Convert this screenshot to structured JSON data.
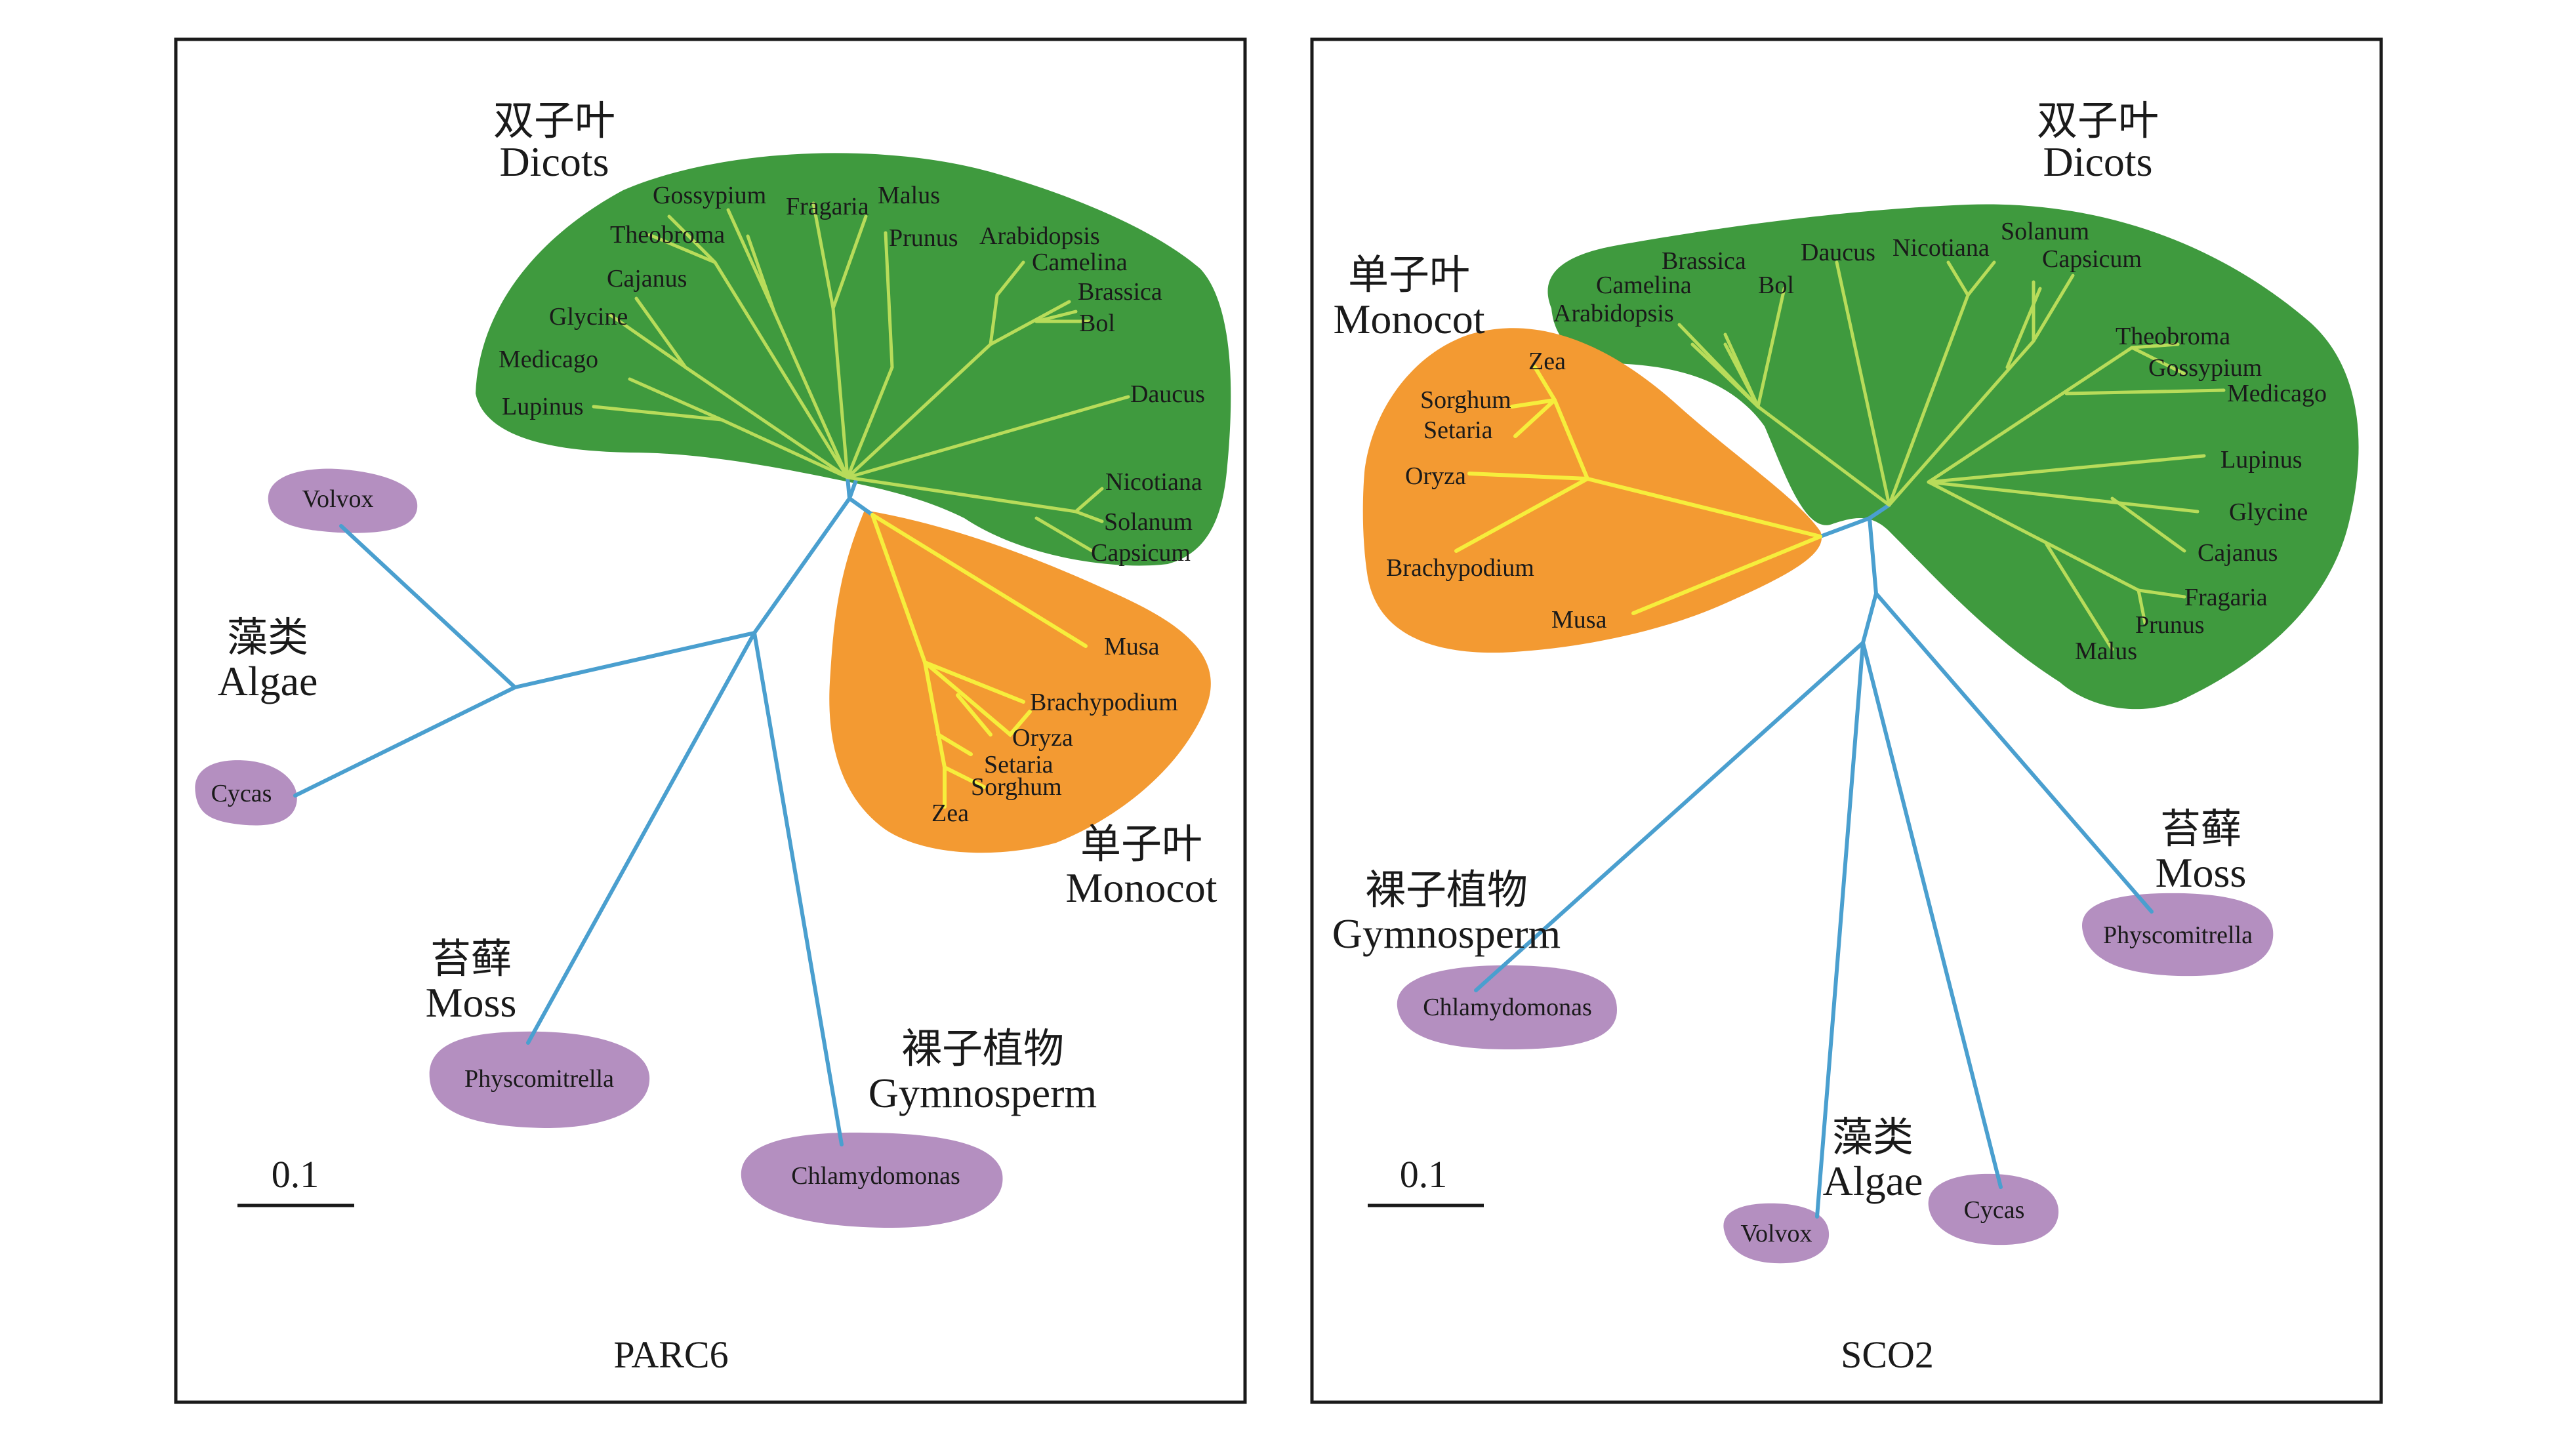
{
  "panels": [
    {
      "title": "PARC6",
      "scale_bar": "0.1",
      "groups": {
        "dicots_zh": "双子叶",
        "dicots_en": "Dicots",
        "monocot_zh": "单子叶",
        "monocot_en": "Monocot",
        "algae_zh": "藻类",
        "algae_en": "Algae",
        "moss_zh": "苔藓",
        "moss_en": "Moss",
        "gymno_zh": "裸子植物",
        "gymno_en": "Gymnosperm"
      },
      "dicots": [
        "Gossypium",
        "Fragaria",
        "Malus",
        "Theobroma",
        "Prunus",
        "Arabidopsis",
        "Camelina",
        "Cajanus",
        "Brassica",
        "Glycine",
        "Bol",
        "Medicago",
        "Lupinus",
        "Daucus",
        "Nicotiana",
        "Solanum",
        "Capsicum"
      ],
      "monocots": [
        "Musa",
        "Brachypodium",
        "Oryza",
        "Setaria",
        "Sorghum",
        "Zea"
      ],
      "others": [
        "Volvox",
        "Cycas",
        "Physcomitrella",
        "Chlamydomonas"
      ]
    },
    {
      "title": "SCO2",
      "scale_bar": "0.1",
      "groups": {
        "dicots_zh": "双子叶",
        "dicots_en": "Dicots",
        "monocot_zh": "单子叶",
        "monocot_en": "Monocot",
        "algae_zh": "藻类",
        "algae_en": "Algae",
        "moss_zh": "苔藓",
        "moss_en": "Moss",
        "gymno_zh": "裸子植物",
        "gymno_en": "Gymnosperm"
      },
      "dicots": [
        "Brassica",
        "Daucus",
        "Nicotiana",
        "Solanum",
        "Camelina",
        "Capsicum",
        "Bol",
        "Arabidopsis",
        "Theobroma",
        "Gossypium",
        "Medicago",
        "Lupinus",
        "Glycine",
        "Cajanus",
        "Fragaria",
        "Prunus",
        "Malus"
      ],
      "monocots": [
        "Zea",
        "Sorghum",
        "Setaria",
        "Oryza",
        "Brachypodium",
        "Musa"
      ],
      "others": [
        "Physcomitrella",
        "Chlamydomonas",
        "Volvox",
        "Cycas"
      ]
    }
  ],
  "colors": {
    "dicots": "#3f9a3e",
    "monocots": "#f39a32",
    "others": "#b48fc0",
    "stem_branches": "#4a9fcf",
    "dicot_branches": "#b8dc5a",
    "monocot_branches": "#f6ee3c"
  }
}
